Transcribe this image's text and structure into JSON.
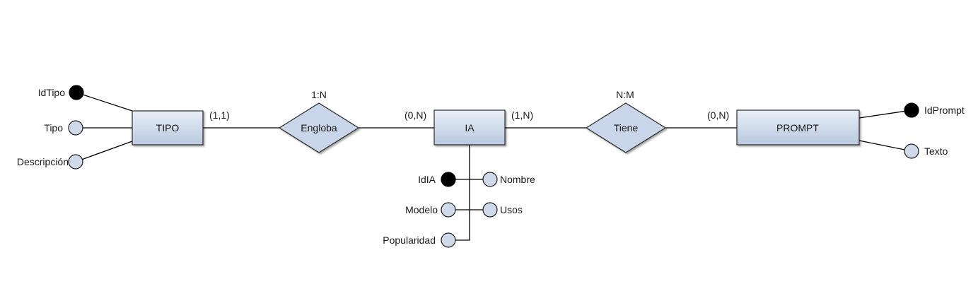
{
  "entities": {
    "tipo": "TIPO",
    "ia": "IA",
    "prompt": "PROMPT"
  },
  "relationships": {
    "engloba": {
      "label": "Engloba",
      "cardinality": "1:N"
    },
    "tiene": {
      "label": "Tiene",
      "cardinality": "N:M"
    }
  },
  "participation": {
    "tipo_engloba": "(1,1)",
    "ia_engloba": "(0,N)",
    "ia_tiene": "(1,N)",
    "prompt_tiene": "(0,N)"
  },
  "attributes": {
    "tipo": [
      {
        "label": "IdTipo",
        "key": true
      },
      {
        "label": "Tipo",
        "key": false
      },
      {
        "label": "Descripción",
        "key": false
      }
    ],
    "ia": [
      {
        "label": "IdIA",
        "key": true
      },
      {
        "label": "Nombre",
        "key": false
      },
      {
        "label": "Modelo",
        "key": false
      },
      {
        "label": "Usos",
        "key": false
      },
      {
        "label": "Popularidad",
        "key": false
      }
    ],
    "prompt": [
      {
        "label": "IdPrompt",
        "key": true
      },
      {
        "label": "Texto",
        "key": false
      }
    ]
  },
  "colors": {
    "entity_top": "#e8eef7",
    "entity_bottom": "#b9c8df",
    "relationship_fill": "#c9d5e8",
    "attribute_fill": "#cfd9ea",
    "key_fill": "#000000"
  }
}
